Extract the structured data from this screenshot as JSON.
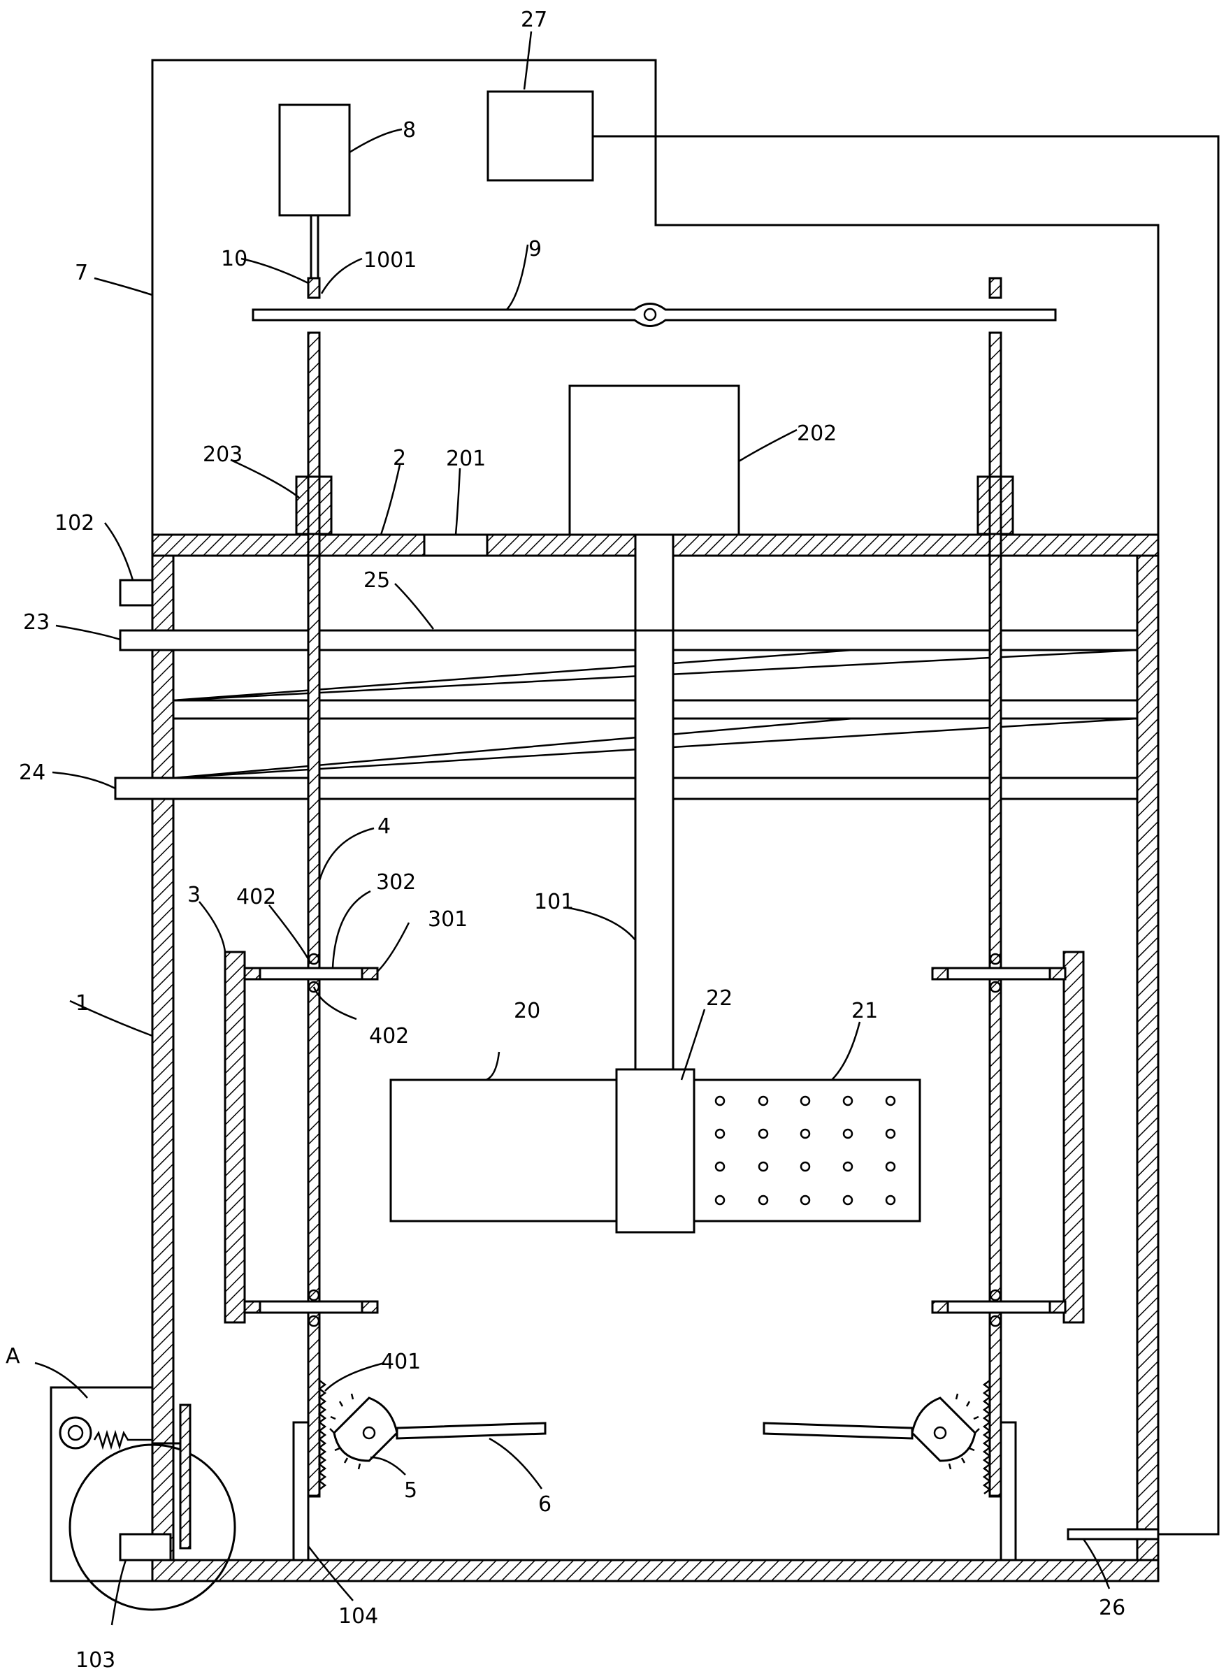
{
  "labels": {
    "l27": "27",
    "l8": "8",
    "l10": "10",
    "l1001": "1001",
    "l9": "9",
    "l7": "7",
    "l203": "203",
    "l2": "2",
    "l201": "201",
    "l202": "202",
    "l102": "102",
    "l23": "23",
    "l25": "25",
    "l24": "24",
    "l4": "4",
    "l3": "3",
    "l402a": "402",
    "l302": "302",
    "l301": "301",
    "l101": "101",
    "l402b": "402",
    "l20": "20",
    "l22": "22",
    "l21": "21",
    "l1": "1",
    "lA": "A",
    "l401": "401",
    "l5": "5",
    "l6": "6",
    "l103": "103",
    "l104": "104",
    "l26": "26"
  }
}
